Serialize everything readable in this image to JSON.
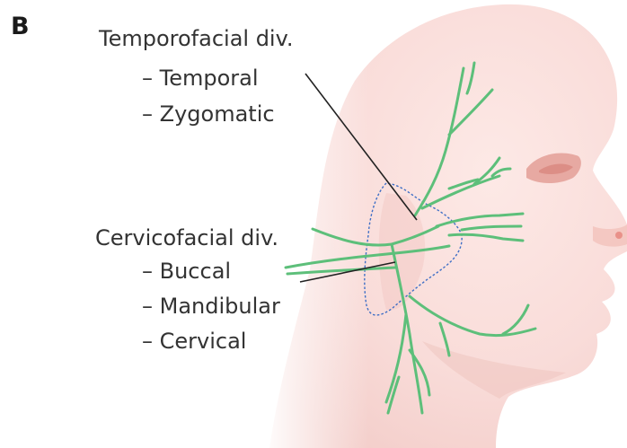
{
  "panel_label": "B",
  "temporofacial": {
    "title": "Temporofacial div.",
    "branches": [
      "– Temporal",
      "– Zygomatic"
    ]
  },
  "cervicofacial": {
    "title": "Cervicofacial div.",
    "branches": [
      "– Buccal",
      "– Mandibular",
      "– Cervical"
    ]
  },
  "colors": {
    "nerve": "#5dbf7a",
    "gland_outline": "#3f6fc6",
    "skin": "#f9dcd9",
    "skin_shadow": "#efc7c3",
    "eye": "#e29c95",
    "leader_line": "#222222",
    "text": "#333333"
  }
}
